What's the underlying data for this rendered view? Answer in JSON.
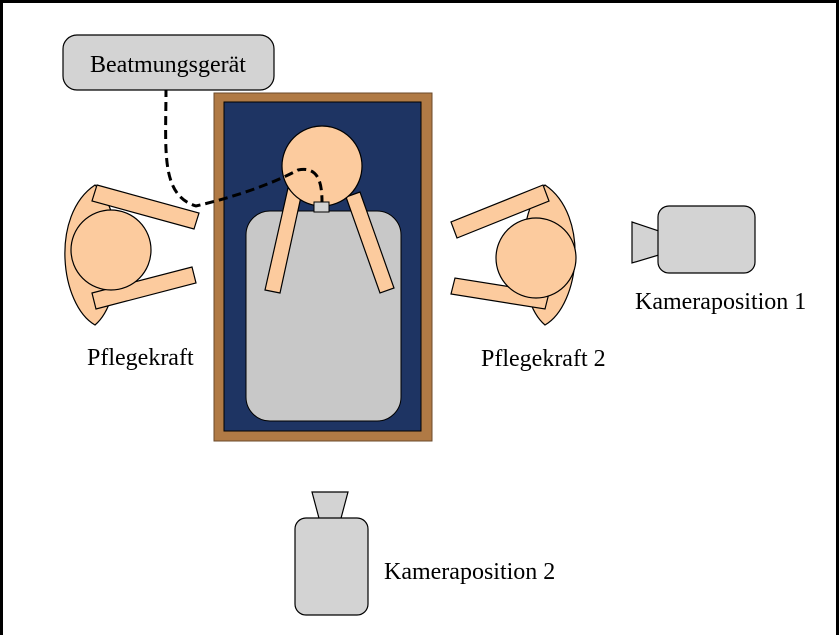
{
  "labels": {
    "ventilator": "Beatmungsgerät",
    "nurse_left": "Pflegekraft",
    "nurse_right": "Pflegekraft 2",
    "camera_1": "Kameraposition 1",
    "camera_2": "Kameraposition 2"
  },
  "colors": {
    "skin": "#FCCB9E",
    "bed_frame": "#B07A45",
    "bed_surface": "#1E3463",
    "mattress": "#C8C8C8",
    "device_gray": "#D3D3D3",
    "outline": "#000000"
  }
}
